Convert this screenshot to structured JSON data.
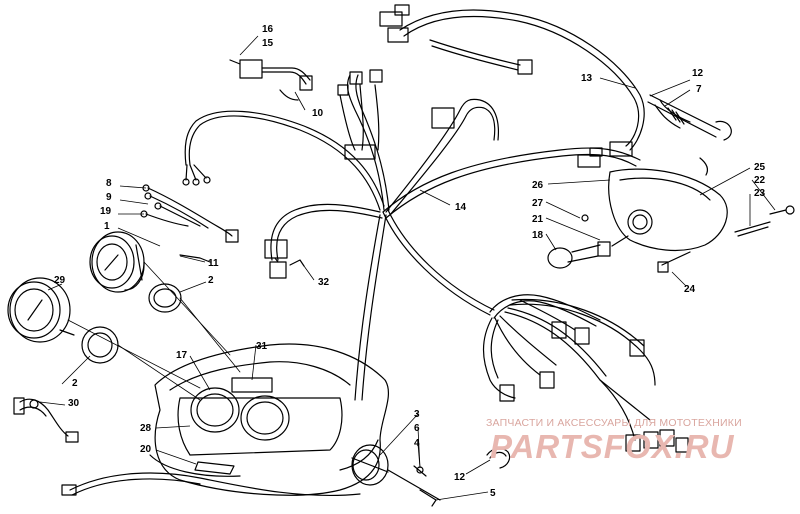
{
  "callouts": [
    {
      "id": "c16",
      "label": "16"
    },
    {
      "id": "c15",
      "label": "15"
    },
    {
      "id": "c10",
      "label": "10"
    },
    {
      "id": "c13",
      "label": "13"
    },
    {
      "id": "c12a",
      "label": "12"
    },
    {
      "id": "c7",
      "label": "7"
    },
    {
      "id": "c14",
      "label": "14"
    },
    {
      "id": "c8",
      "label": "8"
    },
    {
      "id": "c9",
      "label": "9"
    },
    {
      "id": "c19",
      "label": "19"
    },
    {
      "id": "c1",
      "label": "1"
    },
    {
      "id": "c11",
      "label": "11"
    },
    {
      "id": "c2a",
      "label": "2"
    },
    {
      "id": "c29",
      "label": "29"
    },
    {
      "id": "c2b",
      "label": "2"
    },
    {
      "id": "c30",
      "label": "30"
    },
    {
      "id": "c17",
      "label": "17"
    },
    {
      "id": "c31",
      "label": "31"
    },
    {
      "id": "c28",
      "label": "28"
    },
    {
      "id": "c20",
      "label": "20"
    },
    {
      "id": "c32",
      "label": "32"
    },
    {
      "id": "c25",
      "label": "25"
    },
    {
      "id": "c22",
      "label": "22"
    },
    {
      "id": "c23",
      "label": "23"
    },
    {
      "id": "c26",
      "label": "26"
    },
    {
      "id": "c27",
      "label": "27"
    },
    {
      "id": "c21",
      "label": "21"
    },
    {
      "id": "c18",
      "label": "18"
    },
    {
      "id": "c24",
      "label": "24"
    },
    {
      "id": "c3",
      "label": "3"
    },
    {
      "id": "c6",
      "label": "6"
    },
    {
      "id": "c4",
      "label": "4"
    },
    {
      "id": "c12b",
      "label": "12"
    },
    {
      "id": "c5",
      "label": "5"
    }
  ],
  "watermark": {
    "tagline": "ЗАПЧАСТИ И АКСЕССУАРЫ ДЛЯ МОТОТЕХНИКИ",
    "logo": "PARTSFOX.RU"
  },
  "colors": {
    "line": "#000000",
    "watermark": "#e8b7b0"
  }
}
